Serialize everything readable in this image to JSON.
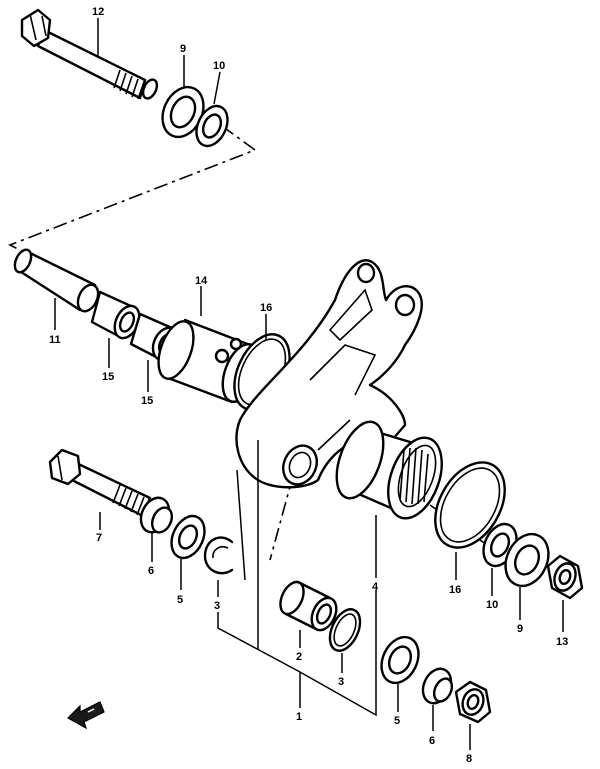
{
  "labels": {
    "p1": "1",
    "p2": "2",
    "p3a": "3",
    "p3b": "3",
    "p4": "4",
    "p5a": "5",
    "p5b": "5",
    "p6a": "6",
    "p6b": "6",
    "p7": "7",
    "p8": "8",
    "p9a": "9",
    "p9b": "9",
    "p10a": "10",
    "p10b": "10",
    "p11": "11",
    "p12": "12",
    "p13": "13",
    "p14": "14",
    "p15a": "15",
    "p15b": "15",
    "p16a": "16",
    "p16b": "16"
  },
  "direction_arrow": "arrow-icon"
}
